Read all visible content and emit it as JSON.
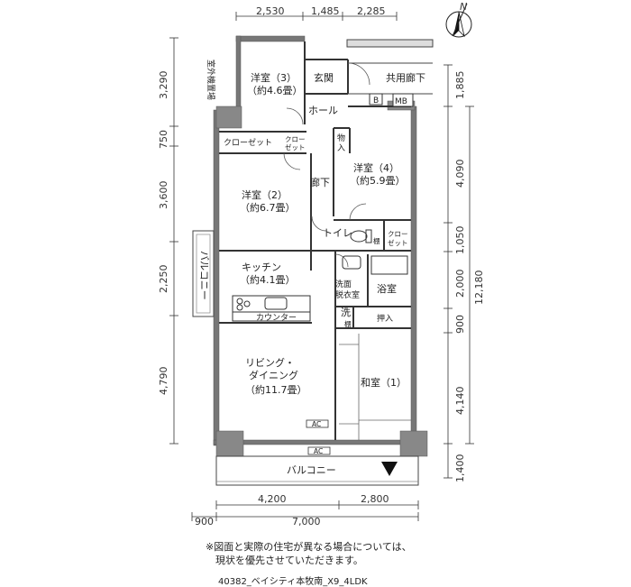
{
  "compass": {
    "north_label": "N"
  },
  "dimensions": {
    "top": [
      "2,530",
      "1,485",
      "2,285"
    ],
    "left": [
      "3,290",
      "750",
      "3,600",
      "2,250",
      "4,790"
    ],
    "right_inner": [
      "1,885",
      "4,090",
      "1,050",
      "2,000",
      "900",
      "4,140",
      "1,400"
    ],
    "right_total": "12,180",
    "bottom_upper": [
      "4,200",
      "2,800"
    ],
    "bottom_lower_left": "900",
    "bottom_lower_total": "7,000"
  },
  "rooms": {
    "western3_name": "洋室（3）",
    "western3_size": "（約4.6畳）",
    "entrance": "玄関",
    "common_corridor": "共用廊下",
    "hall": "ホール",
    "mb": "MB",
    "b_mark": "B",
    "closet": "クローゼット",
    "closet_small_1": "クロー",
    "closet_small_2": "ゼット",
    "storage_1": "物",
    "storage_2": "入",
    "western4_name": "洋室（4）",
    "western4_size": "（約5.9畳）",
    "western2_name": "洋室（2）",
    "western2_size": "（約6.7畳）",
    "corridor": "廊下",
    "toilet": "トイレ",
    "shelf": "棚",
    "kitchen_name": "キッチン",
    "kitchen_size": "（約4.1畳）",
    "counter": "カウンター",
    "washroom_1": "洗面",
    "washroom_2": "脱衣室",
    "bathroom": "浴室",
    "wash": "洗",
    "oshiire": "押入",
    "living_1": "リビング・",
    "living_2": "ダイニング",
    "living_size": "（約11.7畳）",
    "japanese_room": "和室（1）",
    "ac": "AC",
    "balcony_bottom": "バルコニー",
    "balcony_side": "バルコニー",
    "outdoor_unit": "室外機置場"
  },
  "notes": {
    "line1": "※図面と実際の住宅が異なる場合については、",
    "line2": "　現状を優先させていただきます。",
    "code": "40382_ベイシティ本牧南_X9_4LDK"
  }
}
